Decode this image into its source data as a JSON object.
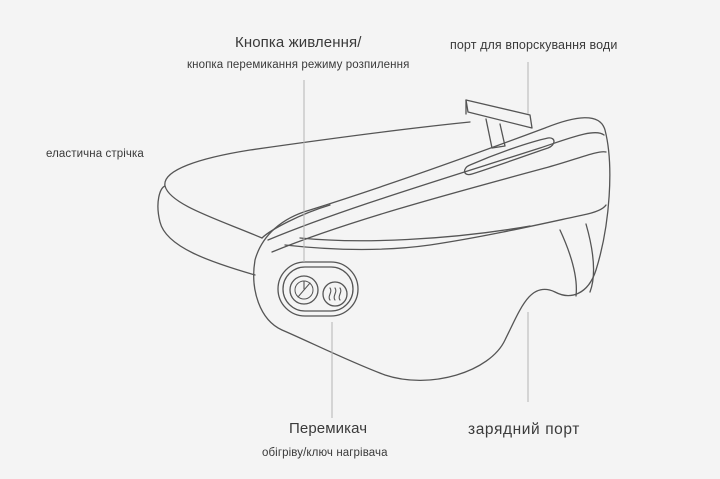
{
  "labels": {
    "power_button_title": "Кнопка живлення/",
    "power_button_sub": "кнопка перемикання режиму розпилення",
    "water_port": "порт для впорскування води",
    "elastic_strap": "еластична стрічка",
    "heat_switch_title": "Перемикач",
    "heat_switch_sub": "обігріву/ключ нагрівача",
    "charging_port": "зарядний порт"
  },
  "colors": {
    "background": "#f4f4f4",
    "line": "#555555",
    "leader": "#b5b5b5",
    "text": "#3a3a3a"
  },
  "icons": [
    "power-mist-icon",
    "heat-waves-icon"
  ]
}
